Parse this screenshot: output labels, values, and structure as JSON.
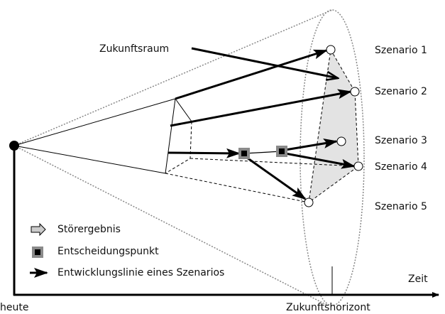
{
  "labels": {
    "zukunftsraum": "Zukunftsraum",
    "scenarios": [
      "Szenario 1",
      "Szenario 2",
      "Szenario 3",
      "Szenario 4",
      "Szenario 5"
    ],
    "zeit": "Zeit",
    "heute": "heute",
    "zukunftshorizont": "Zukunftshorizont"
  },
  "legend": [
    {
      "icon": "outline-arrow-icon",
      "label": "Störergebnis"
    },
    {
      "icon": "decision-square-icon",
      "label": "Entscheidungspunkt"
    },
    {
      "icon": "solid-arrow-icon",
      "label": "Entwicklungslinie eines Szenarios"
    }
  ],
  "colors": {
    "ink": "#000000",
    "shade": "#e3e3e3",
    "square": "#8a8a8a"
  }
}
